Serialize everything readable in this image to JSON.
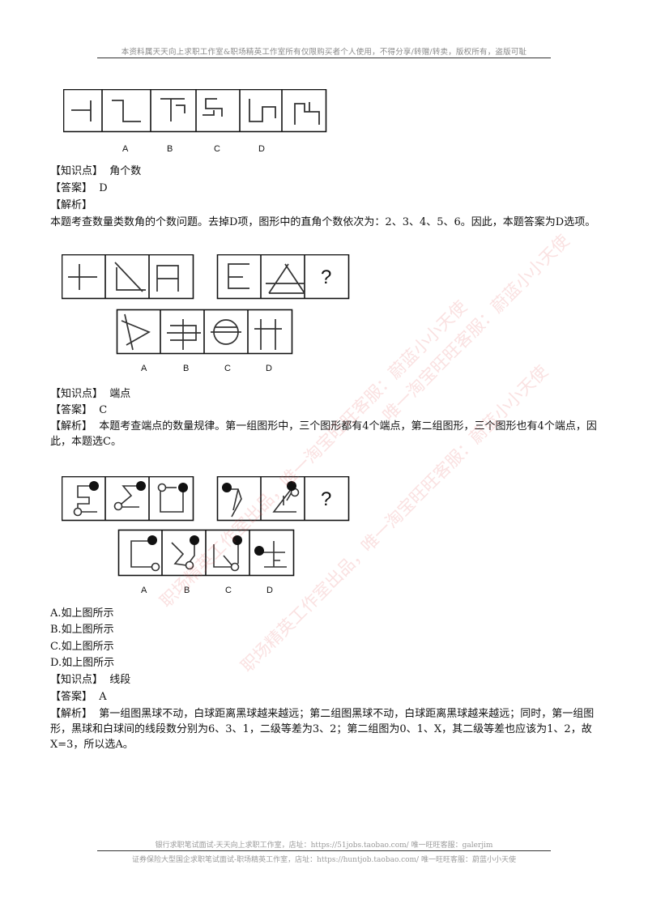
{
  "header": {
    "notice": "本资料属天天向上求职工作室&职场精英工作室所有仅限购买者个人使用，不得分享/转赠/转卖，版权所有，盗版可耻"
  },
  "question1": {
    "option_labels": [
      "A",
      "B",
      "C",
      "D"
    ],
    "knowledge_label": "【知识点】",
    "knowledge_value": "角个数",
    "answer_label": "【答案】",
    "answer_value": "D",
    "analysis_label": "【解析】",
    "analysis_text": "本题考查数量类数角的个数问题。去掉D项，图形中的直角个数依次为：2、3、4、5、6。因此，本题答案为D选项。"
  },
  "question2": {
    "question_mark": "?",
    "option_labels": [
      "A",
      "B",
      "C",
      "D"
    ],
    "knowledge_label": "【知识点】",
    "knowledge_value": "端点",
    "answer_label": "【答案】",
    "answer_value": "C",
    "analysis_label": "【解析】",
    "analysis_text": "本题考查端点的数量规律。第一组图形中，三个图形都有4个端点，第二组图形，三个图形也有4个端点，因此，本题选C。"
  },
  "question3": {
    "question_mark": "?",
    "option_labels": [
      "A",
      "B",
      "C",
      "D"
    ],
    "choices": [
      "A.如上图所示",
      "B.如上图所示",
      "C.如上图所示",
      "D.如上图所示"
    ],
    "knowledge_label": "【知识点】",
    "knowledge_value": "线段",
    "answer_label": "【答案】",
    "answer_value": "A",
    "analysis_label": "【解析】",
    "analysis_text": "第一组图黑球不动，白球距离黑球越来越远；第二组图黑球不动，白球距离黑球越来越远；同时，第一组图形，黑球和白球间的线段数分别为6、3、1，二级等差为3、2；第二组图为0、1、X，其二级等差也应该为1、2，故X=3，所以选A。"
  },
  "footer": {
    "line1": "银行求职笔试面试-天天向上求职工作室，店址：https://51jobs.taobao.com/ 唯一旺旺客服：galerjim",
    "line2": "证券保险大型国企求职笔试面试-职场精英工作室，店址：https://huntjob.taobao.com/ 唯一旺旺客服：蔚蓝小小天使"
  },
  "watermarks": [
    "职场精英工作室出品，唯一淘宝旺旺客服：蔚蓝小小天使",
    "职场精英工作室出品，唯一淘宝旺旺客服：蔚蓝小小天使",
    "唯一淘宝旺旺客服：蔚蓝小小天使"
  ]
}
